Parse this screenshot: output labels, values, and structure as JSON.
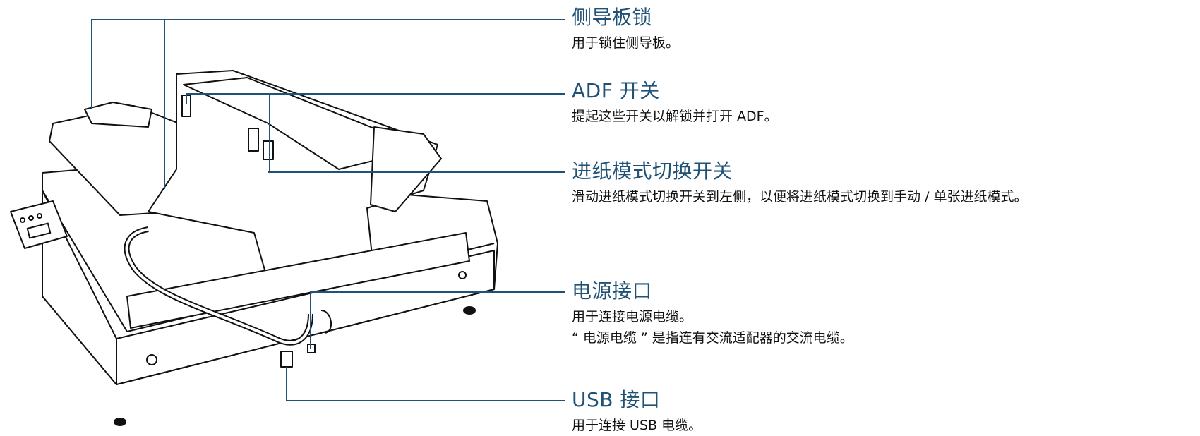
{
  "callouts": {
    "side_guide_lock": {
      "title": "侧导板锁",
      "desc": "用于锁住侧导板。"
    },
    "adf_lever": {
      "title": "ADF 开关",
      "desc": "提起这些开关以解锁并打开 ADF。"
    },
    "feed_mode_switch": {
      "title": "进纸模式切换开关",
      "desc": "滑动进纸模式切换开关到左侧，以便将进纸模式切换到手动 / 单张进纸模式。"
    },
    "power_connector": {
      "title": "电源接口",
      "desc": "用于连接电源电缆。",
      "note": "“ 电源电缆 ” 是指连有交流适配器的交流电缆。"
    },
    "usb_connector": {
      "title": "USB 接口",
      "desc": "用于连接 USB 电缆。"
    }
  },
  "colors": {
    "leader_line": "#1f5276",
    "title_text": "#1f5276",
    "body_text": "#111111",
    "drawing": "#111111"
  }
}
